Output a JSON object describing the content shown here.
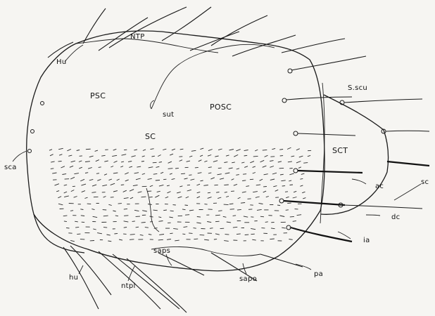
{
  "diagram": {
    "labels": {
      "ntp": "NTP",
      "hu_upper": "Hu",
      "psc": "PSC",
      "sut": "sut",
      "posc": "POSC",
      "sc_center": "SC",
      "sscu": "S.scu",
      "sct": "SCT",
      "sca": "sca",
      "ac": "ac",
      "sc_right": "sc",
      "dc": "dc",
      "ia": "ia",
      "saps": "saps",
      "hu_lower": "hu",
      "sapo": "sapo",
      "pa": "pa",
      "ntpl": "ntpl"
    }
  }
}
